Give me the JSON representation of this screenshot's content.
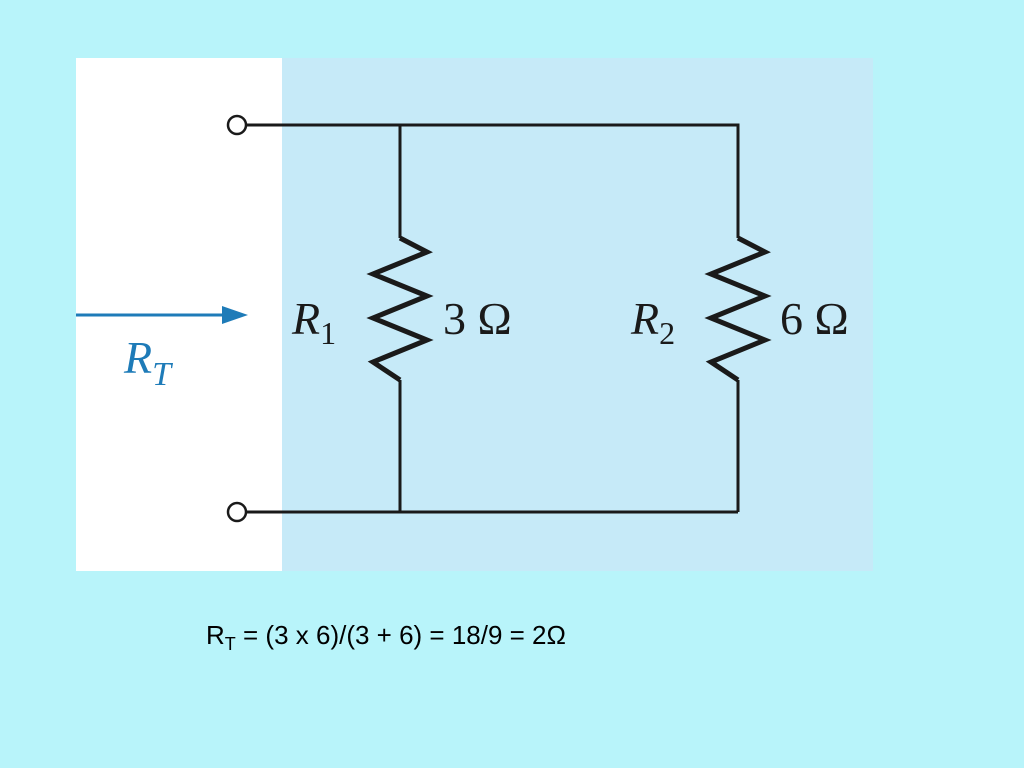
{
  "circuit": {
    "total_label": {
      "main": "R",
      "sub": "T"
    },
    "r1": {
      "name_main": "R",
      "name_sub": "1",
      "value": "3 Ω"
    },
    "r2": {
      "name_main": "R",
      "name_sub": "2",
      "value": "6 Ω"
    }
  },
  "equation": {
    "lhs_main": "R",
    "lhs_sub": "T",
    "rhs": " = (3 x 6)/(3 + 6) = 18/9 = 2Ω"
  },
  "colors": {
    "slide_background": "#b8f4fa",
    "panel_white": "#ffffff",
    "panel_blue": "#c6eaf8",
    "wire": "#1a1a1a",
    "arrow": "#1e7bb8"
  }
}
